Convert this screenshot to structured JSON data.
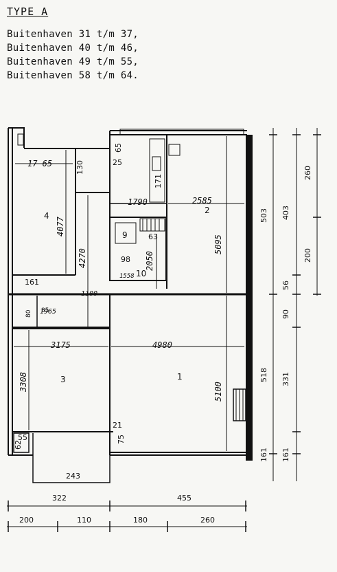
{
  "header": {
    "title": "TYPE A",
    "addresses": [
      "Buitenhaven 31 t/m 37,",
      "Buitenhaven 40 t/m 46,",
      "Buitenhaven 49 t/m 55,",
      "Buitenhaven 58 t/m 64."
    ]
  },
  "rooms": {
    "r1": "1",
    "r2": "2",
    "r3": "3",
    "r4": "4",
    "r9": "9",
    "r10": "10"
  },
  "room_dims": {
    "d1765": "17 65",
    "d4077": "4077",
    "d130": "130",
    "d25": "25",
    "d65": "65",
    "d171": "171",
    "d1790": "1790",
    "d2585": "2585",
    "d5095": "5095",
    "d4270": "4270",
    "d63": "63",
    "d98": "98",
    "d2050": "2050",
    "d1558": "1558",
    "d161": "161",
    "d1100": "1100",
    "d1965": "1965",
    "d80": "80",
    "d85": "85",
    "d3175": "3175",
    "d4980": "4980",
    "d3308": "3308",
    "d5100": "5100",
    "d21": "21",
    "d55": "55",
    "d62": "62",
    "d75": "75",
    "d243": "243"
  },
  "right_dims": {
    "v503": "503",
    "v518": "518",
    "v161": "161",
    "v403": "403",
    "v56": "56",
    "v90": "90",
    "v331": "331",
    "v260": "260",
    "v200": "200"
  },
  "bottom_dims": {
    "b322": "322",
    "b455": "455",
    "b200": "200",
    "b110": "110",
    "b180": "180",
    "b260": "260"
  }
}
